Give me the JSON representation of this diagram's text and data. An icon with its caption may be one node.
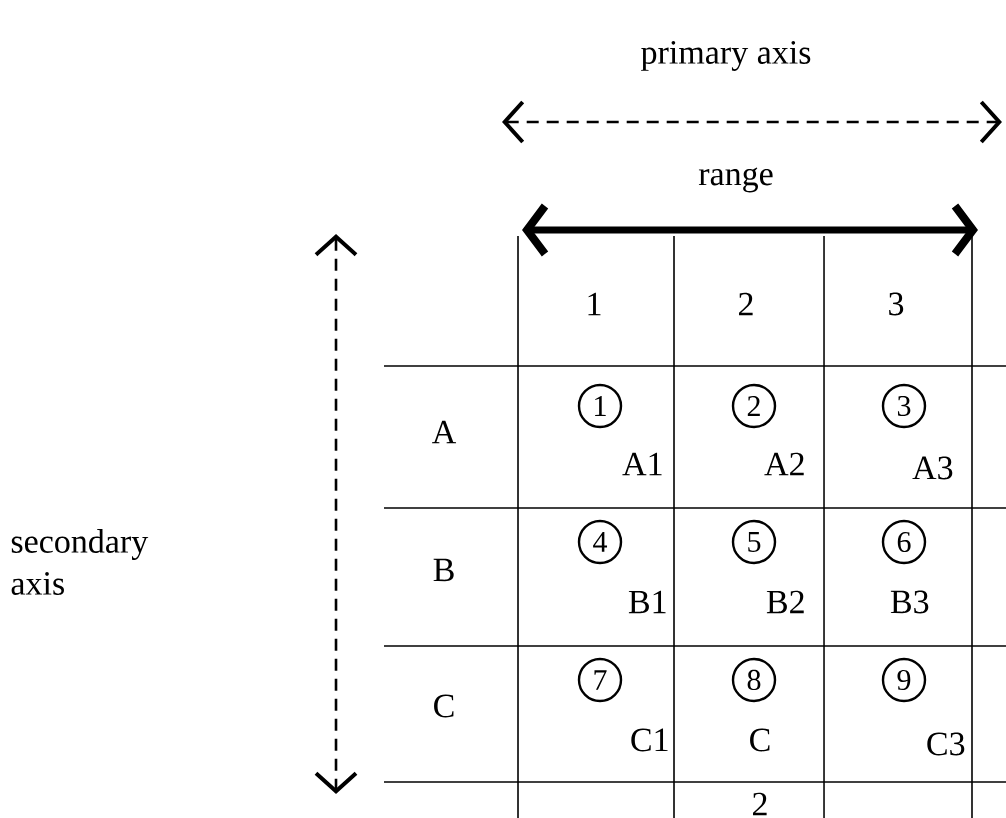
{
  "diagram": {
    "nodes": [
      {
        "text": [
          "1"
        ]
      },
      {
        "text": [
          "2"
        ]
      },
      {
        "text": [
          "3"
        ]
      },
      {
        "text": [
          "4"
        ]
      },
      {
        "text": [
          "5"
        ]
      },
      {
        "text": [
          "6"
        ]
      },
      {
        "text": [
          "7"
        ]
      },
      {
        "text": [
          "8"
        ]
      },
      {
        "text": [
          "9"
        ]
      }
    ],
    "edges": [],
    "labels": [
      "primary axis",
      "range",
      "1",
      "2",
      "3",
      "A",
      "A1",
      "A2",
      "A3",
      "B",
      "B1",
      "B2",
      "B3",
      "secondary axis",
      "C",
      "C1",
      "C",
      "C3",
      "2"
    ]
  }
}
